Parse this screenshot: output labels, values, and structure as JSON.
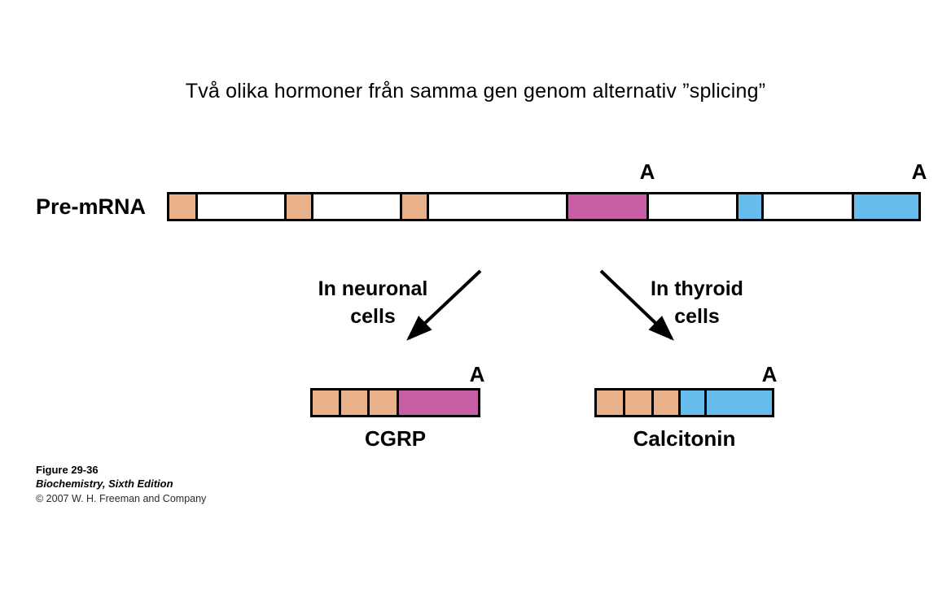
{
  "title": "Två olika hormoner från samma gen genom alternativ ”splicing”",
  "colors": {
    "tan": "#E8B189",
    "magenta": "#C75FA6",
    "blue": "#66BDEC",
    "white": "#FFFFFF",
    "outline": "#000000"
  },
  "pre_mrna": {
    "label": "Pre-mRNA",
    "poly_a_internal": "A",
    "poly_a_terminal": "A",
    "segments": [
      {
        "name": "exon-1",
        "color": "tan",
        "w": 32
      },
      {
        "name": "intron-1",
        "color": "white",
        "w": 108
      },
      {
        "name": "exon-2",
        "color": "tan",
        "w": 30
      },
      {
        "name": "intron-2",
        "color": "white",
        "w": 108
      },
      {
        "name": "exon-3",
        "color": "tan",
        "w": 30
      },
      {
        "name": "intron-3",
        "color": "white",
        "w": 170
      },
      {
        "name": "exon-4-cgrp",
        "color": "magenta",
        "w": 98
      },
      {
        "name": "intron-4",
        "color": "white",
        "w": 108
      },
      {
        "name": "exon-5-calcitonin",
        "color": "blue",
        "w": 28
      },
      {
        "name": "intron-5",
        "color": "white",
        "w": 110
      },
      {
        "name": "exon-6-calcitonin",
        "color": "blue",
        "w": 80
      }
    ]
  },
  "branches": {
    "neuronal": {
      "label": "In neuronal cells"
    },
    "thyroid": {
      "label": "In thyroid cells"
    }
  },
  "products": {
    "cgrp": {
      "name": "CGRP",
      "poly_a": "A",
      "segments": [
        {
          "name": "exon-1",
          "color": "tan",
          "w": 33
        },
        {
          "name": "exon-2",
          "color": "tan",
          "w": 33
        },
        {
          "name": "exon-3",
          "color": "tan",
          "w": 35
        },
        {
          "name": "exon-4-cgrp",
          "color": "magenta",
          "w": 100
        }
      ]
    },
    "calcitonin": {
      "name": "Calcitonin",
      "poly_a": "A",
      "segments": [
        {
          "name": "exon-1",
          "color": "tan",
          "w": 33
        },
        {
          "name": "exon-2",
          "color": "tan",
          "w": 33
        },
        {
          "name": "exon-3",
          "color": "tan",
          "w": 31
        },
        {
          "name": "exon-5-calcitonin",
          "color": "blue",
          "w": 30
        },
        {
          "name": "exon-6-calcitonin",
          "color": "blue",
          "w": 83
        }
      ]
    }
  },
  "caption": {
    "figure": "Figure 29-36",
    "source": "Biochemistry, Sixth Edition",
    "copyright": "© 2007 W. H. Freeman and Company"
  }
}
